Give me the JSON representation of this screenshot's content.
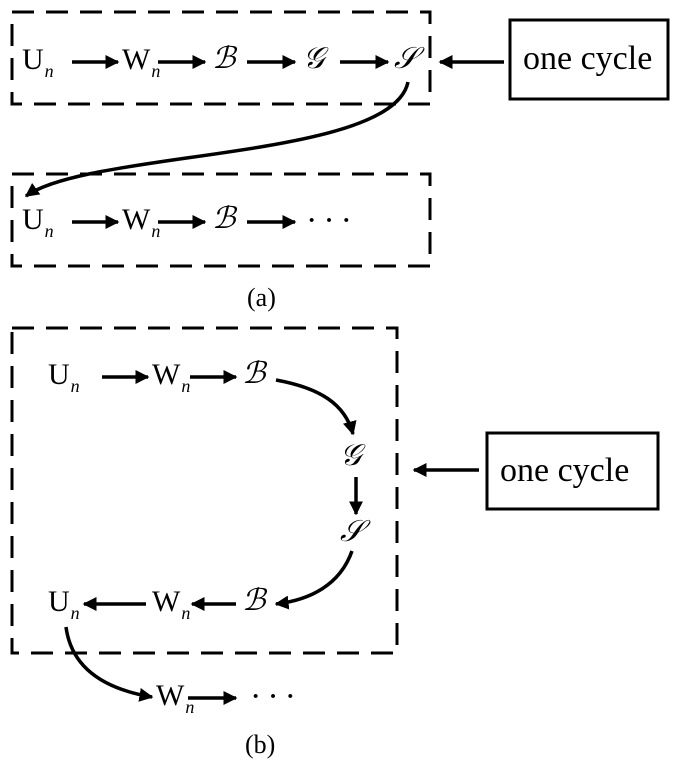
{
  "figure": {
    "panel_a": {
      "caption": "(a)",
      "cycle_row": {
        "u": "U",
        "u_sub": "n",
        "w": "W",
        "w_sub": "n",
        "b": "ℬ",
        "g": "𝒢",
        "s": "𝒮"
      },
      "next_row": {
        "u": "U",
        "u_sub": "n",
        "w": "W",
        "w_sub": "n",
        "b": "ℬ",
        "ellipsis": "···"
      },
      "callout": "one cycle"
    },
    "panel_b": {
      "caption": "(b)",
      "cycle": {
        "u": "U",
        "u_sub": "n",
        "w": "W",
        "w_sub": "n",
        "b": "ℬ",
        "g": "𝒢",
        "s": "𝒮",
        "b2": "ℬ",
        "w2": "W",
        "w2_sub": "n",
        "u2": "U",
        "u2_sub": "n"
      },
      "next_row": {
        "w": "W",
        "w_sub": "n",
        "ellipsis": "···"
      },
      "callout": "one cycle"
    }
  }
}
